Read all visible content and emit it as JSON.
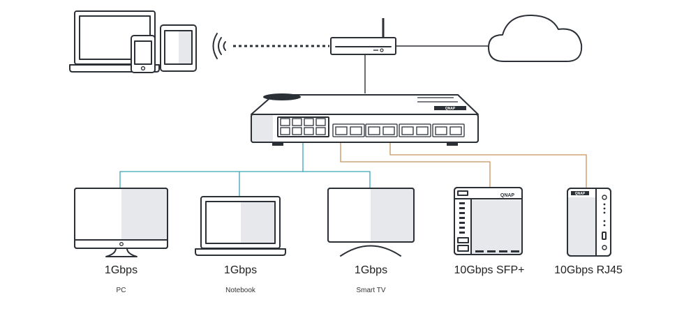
{
  "devices": [
    {
      "speed": "1Gbps",
      "type": "PC"
    },
    {
      "speed": "1Gbps",
      "type": "Notebook"
    },
    {
      "speed": "1Gbps",
      "type": "Smart TV"
    },
    {
      "speed": "10Gbps SFP+",
      "type": ""
    },
    {
      "speed": "10Gbps RJ45",
      "type": ""
    }
  ],
  "branding": {
    "nas_logo": "QNAP",
    "switch_logo": "QNAP"
  },
  "colors": {
    "outline": "#2b2f36",
    "panel_shade": "#e6e8eb",
    "link_1g": "#3aa5b8",
    "link_10g": "#c8925a"
  },
  "icons": [
    "laptop-icon",
    "phone-icon",
    "tablet-icon",
    "wifi-icon",
    "router-icon",
    "cloud-icon",
    "network-switch-icon",
    "pc-monitor-icon",
    "notebook-icon",
    "smart-tv-icon",
    "nas-sfp-icon",
    "nas-rj45-icon"
  ]
}
